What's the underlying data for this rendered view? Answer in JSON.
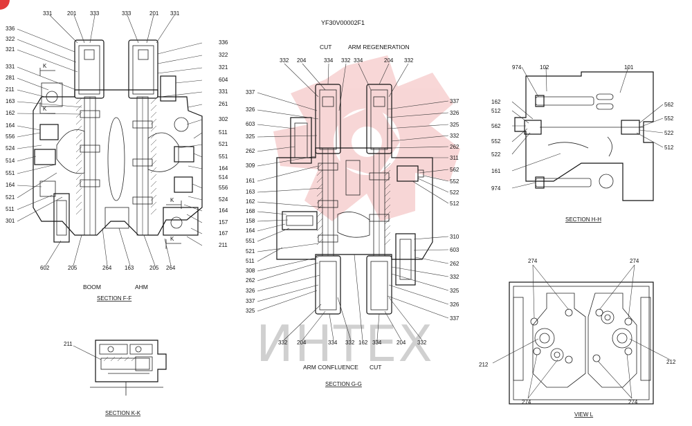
{
  "title": "YF30V00002F1",
  "watermark": "ИНТЕХ",
  "colors": {
    "watermark_red": "#f2b6b6",
    "ink": "#111111"
  },
  "section_ff": {
    "caption": "SECTION F-F",
    "boom_label": "BOOM",
    "arm_label": "AHM",
    "k_marks": [
      "K",
      "K",
      "K",
      "K"
    ],
    "labels": [
      "331",
      "201",
      "333",
      "333",
      "201",
      "331",
      "336",
      "322",
      "321",
      "331",
      "281",
      "211",
      "163",
      "162",
      "164",
      "556",
      "524",
      "514",
      "551",
      "164",
      "521",
      "511",
      "301",
      "336",
      "322",
      "321",
      "604",
      "331",
      "261",
      "302",
      "511",
      "521",
      "551",
      "164",
      "514",
      "556",
      "524",
      "164",
      "157",
      "167",
      "211",
      "602",
      "205",
      "264",
      "163",
      "205",
      "264"
    ]
  },
  "section_gg": {
    "caption": "SECTION G-G",
    "top_left_label": "CUT",
    "top_right_label": "ARM REGENERATION",
    "bottom_left_label": "ARM CONFLUENCE",
    "bottom_right_label": "CUT",
    "labels": [
      "332",
      "204",
      "334",
      "332",
      "334",
      "204",
      "332",
      "337",
      "326",
      "603",
      "325",
      "262",
      "309",
      "161",
      "163",
      "162",
      "168",
      "158",
      "164",
      "551",
      "521",
      "511",
      "308",
      "262",
      "326",
      "337",
      "325",
      "337",
      "326",
      "325",
      "332",
      "262",
      "311",
      "562",
      "552",
      "522",
      "512",
      "310",
      "603",
      "262",
      "332",
      "325",
      "326",
      "337",
      "332",
      "204",
      "334",
      "332",
      "162",
      "334",
      "204",
      "332"
    ]
  },
  "section_hh": {
    "caption": "SECTION H-H",
    "labels": [
      "974",
      "102",
      "101",
      "162",
      "512",
      "562",
      "552",
      "522",
      "562",
      "552",
      "522",
      "512",
      "161",
      "974"
    ]
  },
  "section_kk": {
    "caption": "SECTION K-K",
    "labels": [
      "211"
    ]
  },
  "view_l": {
    "caption": "VIEW L",
    "labels": [
      "274",
      "274",
      "212",
      "212",
      "274",
      "274"
    ]
  }
}
